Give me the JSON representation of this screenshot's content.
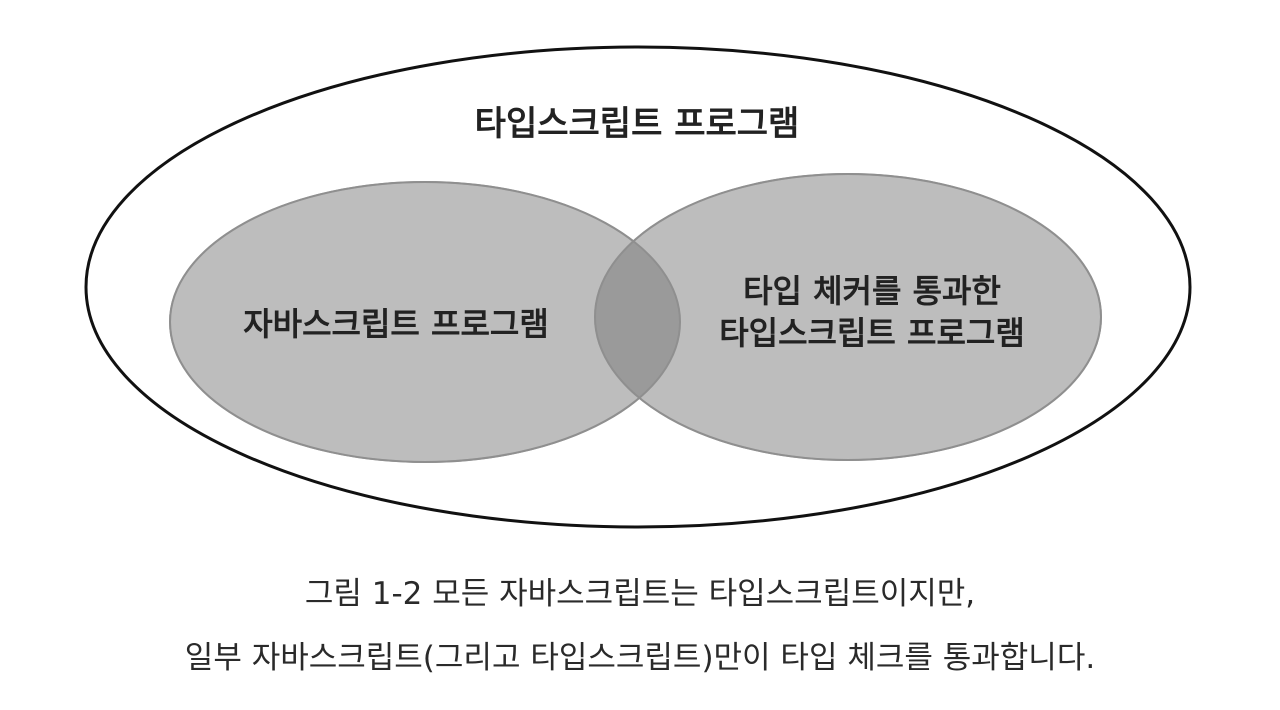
{
  "diagram": {
    "outer_label": "타입스크립트 프로그램",
    "left_label": "자바스크립트 프로그램",
    "right_label_line1": "타입 체커를 통과한",
    "right_label_line2": "타입스크립트 프로그램"
  },
  "caption": {
    "line1": "그림 1-2 모든 자바스크립트는 타입스크립트이지만,",
    "line2": "일부 자바스크립트(그리고 타입스크립트)만이 타입 체크를 통과합니다."
  },
  "colors": {
    "ellipse_fill": "#bdbdbd",
    "overlap_fill": "#9a9a9a",
    "outline": "#111111"
  }
}
